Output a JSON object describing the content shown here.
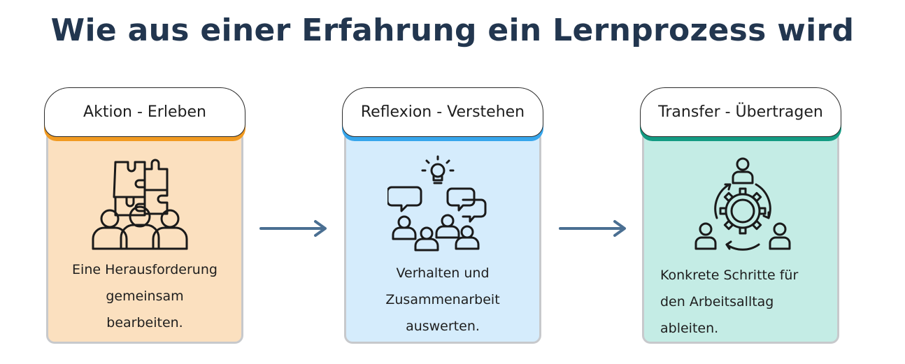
{
  "title": "Wie aus einer Erfahrung ein Lernprozess wird",
  "colors": {
    "title": "#22364f",
    "card_action": "#fbe0bf",
    "card_reflection": "#d5ecfc",
    "card_transfer": "#c4ece5",
    "accent_action": "#f19a21",
    "accent_reflection": "#37a6ec",
    "accent_transfer": "#139b83",
    "arrow": "#4a6f92"
  },
  "steps": [
    {
      "label": "Aktion - Erleben",
      "icon": "puzzle-team-icon",
      "lines": [
        "Eine Herausforderung",
        "gemeinsam",
        "bearbeiten."
      ]
    },
    {
      "label": "Reflexion - Verstehen",
      "icon": "idea-discussion-icon",
      "lines": [
        "Verhalten und",
        "Zusammenarbeit",
        "auswerten."
      ]
    },
    {
      "label": "Transfer - Übertragen",
      "icon": "gear-cycle-team-icon",
      "lines": [
        "Konkrete Schritte für",
        "den Arbeitsalltag",
        "ableiten."
      ]
    }
  ]
}
